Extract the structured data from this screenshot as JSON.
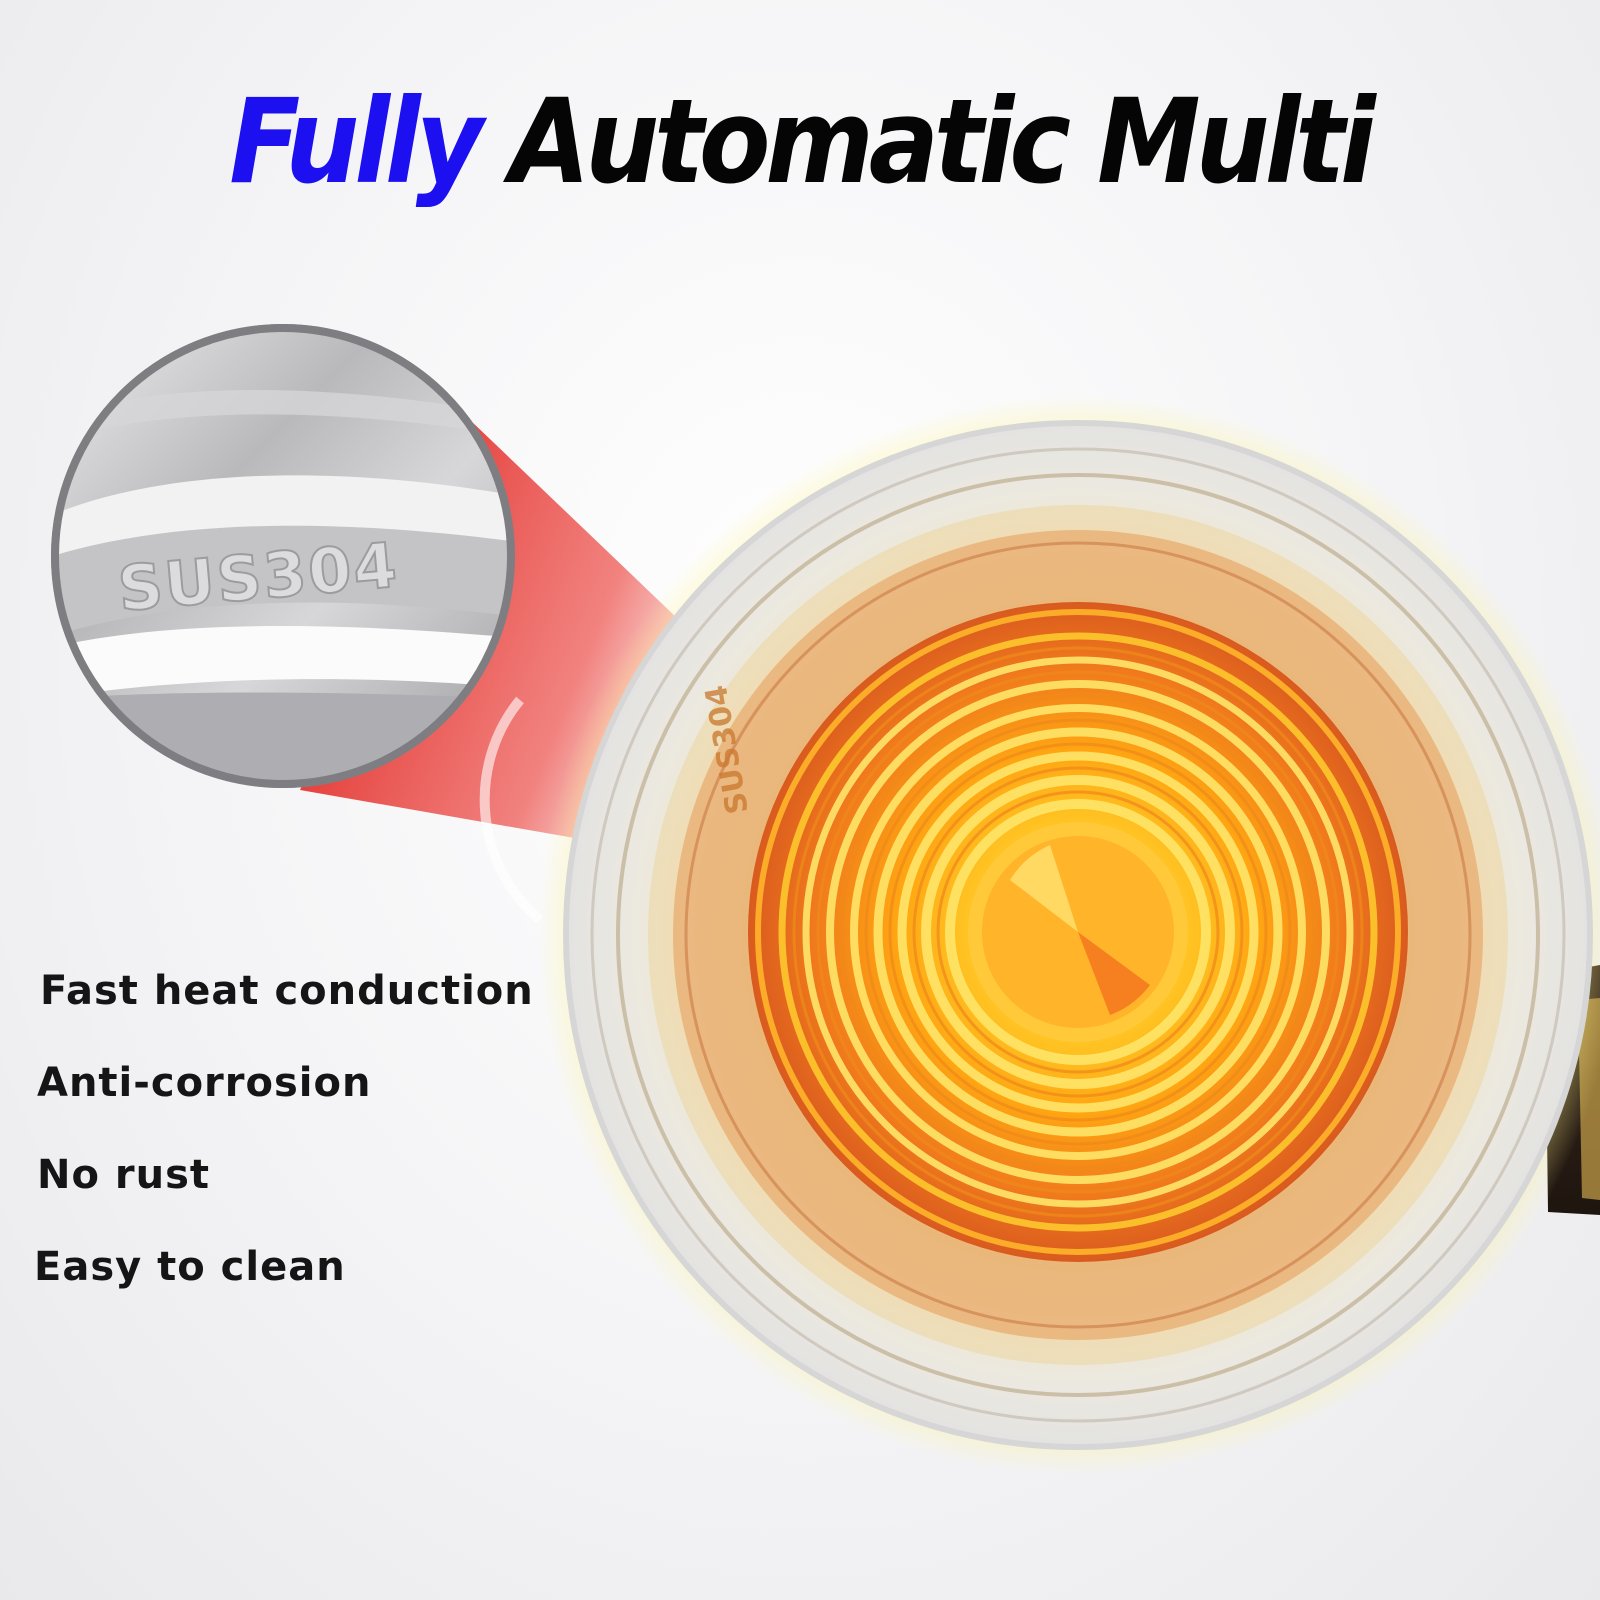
{
  "headline": {
    "accent": "Fully",
    "rest": "Automatic Multi",
    "accent_color": "#1c10f0",
    "rest_color": "#050505"
  },
  "zoom_inset": {
    "stamp": "SUS304"
  },
  "pot_base": {
    "stamp": "SUS304"
  },
  "features": [
    "Fast heat conduction",
    "Anti-corrosion",
    "No rust",
    "Easy to clean"
  ],
  "colors": {
    "highlight_beam": "#e23b3b",
    "heat_center": "#ffe14a",
    "heat_mid": "#ffb21a",
    "heat_outer": "#e0621c",
    "steel": "#bdbdc1"
  }
}
